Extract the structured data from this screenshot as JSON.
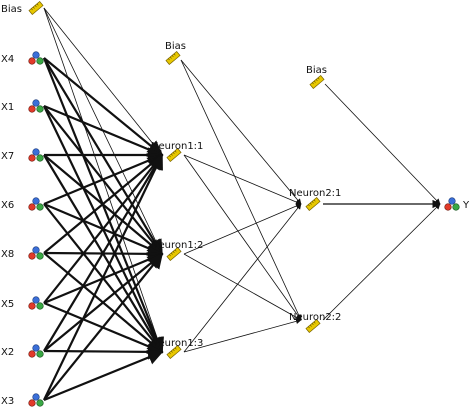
{
  "network": {
    "inputs": [
      {
        "id": "bias0",
        "label": "Bias",
        "kind": "bias"
      },
      {
        "id": "x4",
        "label": "X4",
        "kind": "input"
      },
      {
        "id": "x1",
        "label": "X1",
        "kind": "input"
      },
      {
        "id": "x7",
        "label": "X7",
        "kind": "input"
      },
      {
        "id": "x6",
        "label": "X6",
        "kind": "input"
      },
      {
        "id": "x8",
        "label": "X8",
        "kind": "input"
      },
      {
        "id": "x5",
        "label": "X5",
        "kind": "input"
      },
      {
        "id": "x2",
        "label": "X2",
        "kind": "input"
      },
      {
        "id": "x3",
        "label": "X3",
        "kind": "input"
      }
    ],
    "hidden1": [
      {
        "id": "n11",
        "label": "Neuron1:1"
      },
      {
        "id": "n12",
        "label": "Neuron1:2"
      },
      {
        "id": "n13",
        "label": "Neuron1:3"
      }
    ],
    "bias1": {
      "id": "bias1",
      "label": "Bias"
    },
    "hidden2": [
      {
        "id": "n21",
        "label": "Neuron2:1"
      },
      {
        "id": "n22",
        "label": "Neuron2:2"
      }
    ],
    "bias2": {
      "id": "bias2",
      "label": "Bias"
    },
    "output": {
      "id": "y",
      "label": "Y"
    }
  },
  "colors": {
    "edge": "#111111",
    "bias_icon": "#e8c800",
    "node_red": "#e23a2a",
    "node_green": "#3aa845",
    "node_blue": "#3b6fd8"
  },
  "icons": {
    "input_node": "molecule-icon",
    "neuron": "pencil-ruler-icon",
    "bias": "pencil-ruler-icon"
  }
}
